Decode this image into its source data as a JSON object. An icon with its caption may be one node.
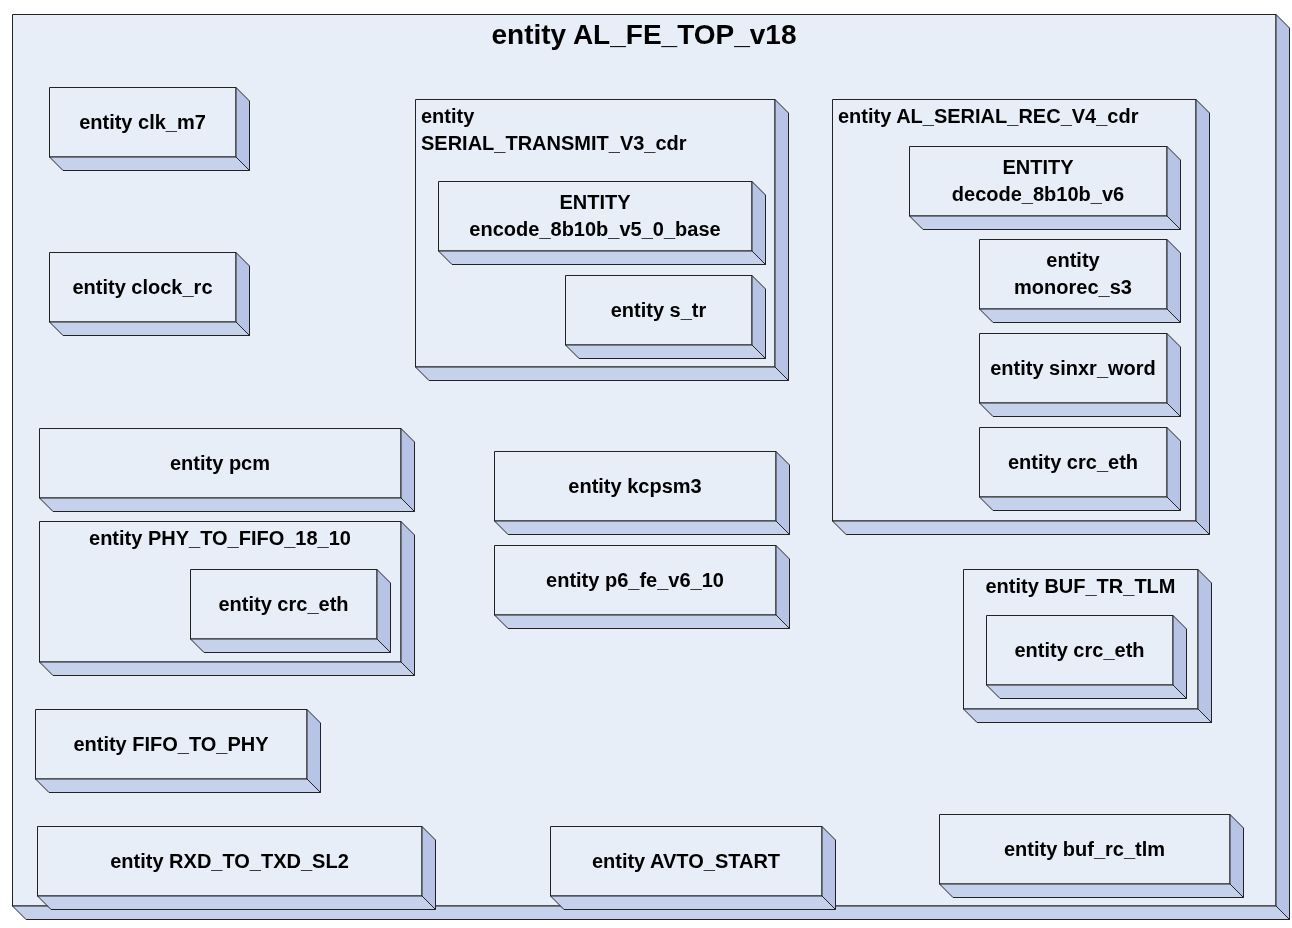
{
  "diagram": {
    "nodes": [
      {
        "text": [
          "entity AL_FE_TOP_v18"
        ]
      },
      {
        "text": [
          "entity clk_m7"
        ],
        "in": 0
      },
      {
        "text": [
          "entity SERIAL_TRANSMIT_V3_cdr"
        ],
        "in": 0
      },
      {
        "text": [
          "ENTITY encode_8b10b_v5_0_base"
        ],
        "in": 2
      },
      {
        "text": [
          "entity s_tr"
        ],
        "in": 2
      },
      {
        "text": [
          "entity AL_SERIAL_REC_V4_cdr"
        ],
        "in": 0
      },
      {
        "text": [
          "ENTITY decode_8b10b_v6"
        ],
        "in": 5
      },
      {
        "text": [
          "entity monorec_s3"
        ],
        "in": 5
      },
      {
        "text": [
          "entity sinxr_word"
        ],
        "in": 5
      },
      {
        "text": [
          "entity crc_eth"
        ],
        "in": 5
      },
      {
        "text": [
          "entity clock_rc"
        ],
        "in": 0
      },
      {
        "text": [
          "entity pcm"
        ],
        "in": 0
      },
      {
        "text": [
          "entity kcpsm3"
        ],
        "in": 0
      },
      {
        "text": [
          "entity PHY_TO_FIFO_18_10"
        ],
        "in": 0
      },
      {
        "text": [
          "entity crc_eth"
        ],
        "in": 13
      },
      {
        "text": [
          "entity p6_fe_v6_10"
        ],
        "in": 0
      },
      {
        "text": [
          "entity BUF_TR_TLM"
        ],
        "in": 0
      },
      {
        "text": [
          "entity crc_eth"
        ],
        "in": 16
      },
      {
        "text": [
          "entity FIFO_TO_PHY"
        ],
        "in": 0
      },
      {
        "text": [
          "entity RXD_TO_TXD_SL2"
        ],
        "in": 0
      },
      {
        "text": [
          "entity AVTO_START"
        ],
        "in": 0
      },
      {
        "text": [
          "entity buf_rc_tlm"
        ],
        "in": 0
      }
    ]
  }
}
